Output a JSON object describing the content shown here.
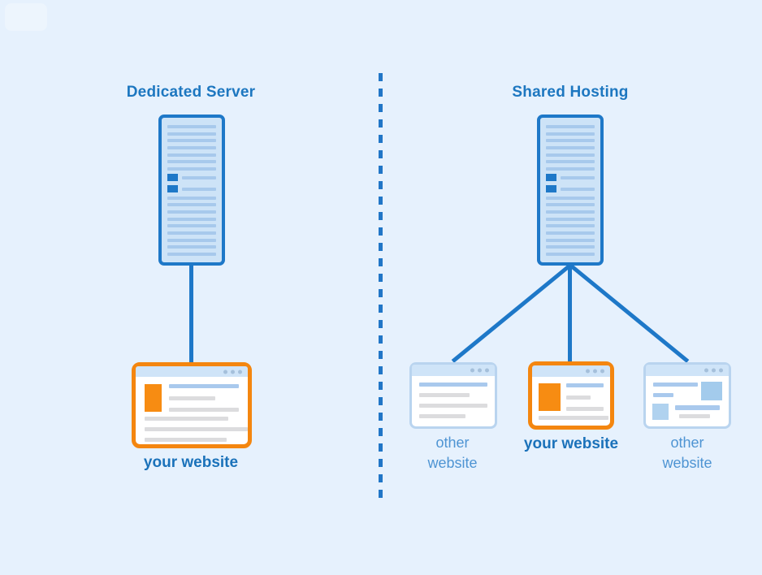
{
  "canvas": {
    "background": "#e6f1fd"
  },
  "colors": {
    "accent_blue": "#1e78c8",
    "server_fill": "#cde3f7",
    "server_stripe": "#a7c9ec",
    "accent_orange": "#f4860f",
    "window_border_light": "#b9d4ef",
    "titlebar_fill": "#cfe4f8",
    "content_line_gray": "#dcdcde",
    "content_line_blue": "#a9c9ed",
    "heading_text": "#1d77c0",
    "other_label_text": "#4e94d3"
  },
  "dedicated": {
    "title": "Dedicated Server",
    "website": {
      "label": "your website"
    }
  },
  "shared": {
    "title": "Shared Hosting",
    "websites": [
      {
        "label": "other website",
        "type": "other"
      },
      {
        "label": "your website",
        "type": "yours"
      },
      {
        "label": "other website",
        "type": "other"
      }
    ]
  },
  "icons": {
    "window_dots": "window-control-dots"
  }
}
